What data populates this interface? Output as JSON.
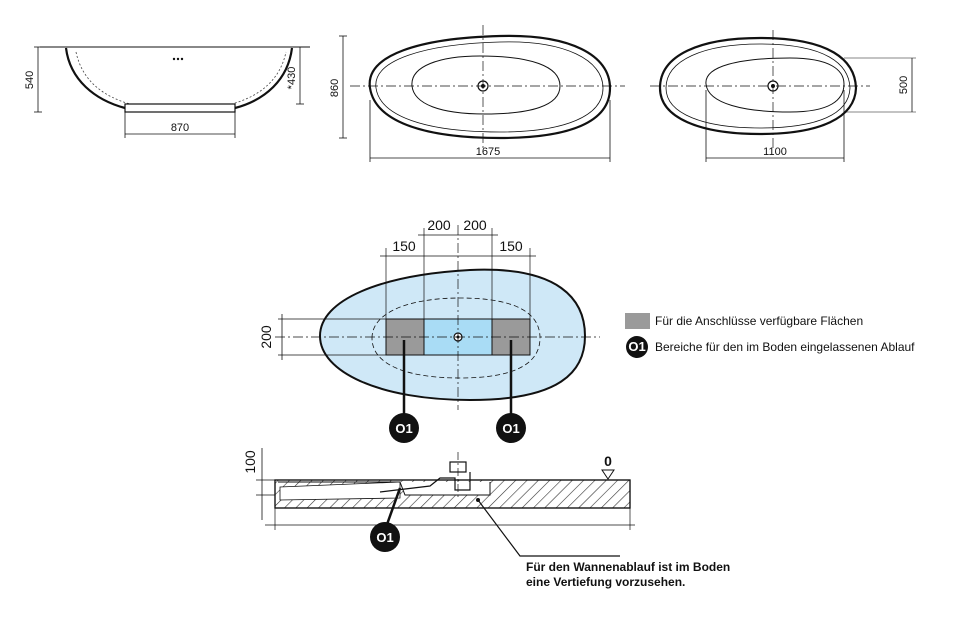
{
  "top_views": {
    "side": {
      "height": "540",
      "inner_height": "*430",
      "base_width": "870"
    },
    "top_outer": {
      "height": "860",
      "length": "1675"
    },
    "top_inner": {
      "height": "500",
      "length": "1100"
    }
  },
  "floor_plan": {
    "dims": {
      "left_150": "150",
      "left_200": "200",
      "right_200": "200",
      "right_150": "150",
      "side_200": "200"
    },
    "marker": "O1"
  },
  "section": {
    "depth": "100",
    "zero_level": "0",
    "marker": "O1"
  },
  "legend": [
    {
      "text": "Für die Anschlüsse verfügbare Flächen",
      "swatch": "#9a9a9a"
    },
    {
      "text": "Bereiche für den im Boden eingelassenen Ablauf",
      "badge": "O1"
    }
  ],
  "note": {
    "line1": "Für den Wannenablauf ist im Boden",
    "line2": "eine Vertiefung vorzusehen."
  },
  "colors": {
    "light_blue": "#cfe8f7",
    "mid_blue": "#a9dcf5",
    "gray": "#9a9a9a",
    "line": "#111111"
  }
}
